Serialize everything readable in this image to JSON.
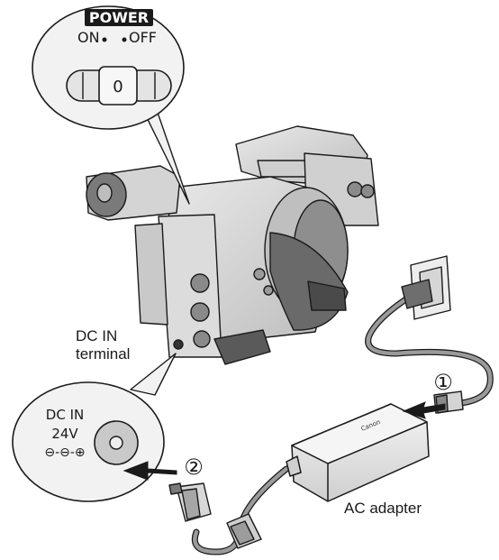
{
  "power_callout": {
    "badge": "POWER",
    "on_label": "ON",
    "off_label": "OFF",
    "switch_mark": "0"
  },
  "dcin_callout": {
    "line1": "DC IN",
    "line2": "24V",
    "polarity": "⊖-⊖-⊕"
  },
  "labels": {
    "dc_in_terminal_line1": "DC IN",
    "dc_in_terminal_line2": "terminal",
    "ac_adapter": "AC adapter",
    "adapter_brand": "Canon"
  },
  "steps": {
    "step1": "①",
    "step2": "②"
  },
  "colors": {
    "ink": "#1a1a1a",
    "body_gray": "#d8d8d8",
    "dark_gray": "#5e5e5e",
    "callout_fill": "#f2f2f2",
    "arrow": "#1a1a1a"
  }
}
